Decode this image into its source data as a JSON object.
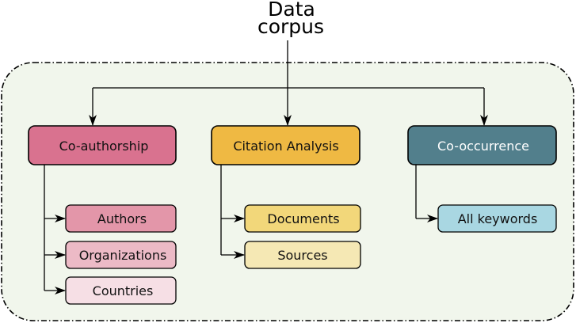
{
  "title": {
    "line1": "Data",
    "line2": "corpus"
  },
  "groups": [
    {
      "label": "Co-authorship",
      "fill": "#d9728f",
      "text_color": "#111111",
      "children": [
        {
          "label": "Authors",
          "fill": "#e396a9"
        },
        {
          "label": "Organizations",
          "fill": "#ecbac6"
        },
        {
          "label": "Countries",
          "fill": "#f6dfe5"
        }
      ]
    },
    {
      "label": "Citation Analysis",
      "fill": "#efb943",
      "text_color": "#111111",
      "children": [
        {
          "label": "Documents",
          "fill": "#f2d77a"
        },
        {
          "label": "Sources",
          "fill": "#f5e8b4"
        }
      ]
    },
    {
      "label": "Co-occurrence",
      "fill": "#527f8c",
      "text_color": "#ffffff",
      "children": [
        {
          "label": "All keywords",
          "fill": "#a9d7e2"
        }
      ]
    }
  ],
  "colors": {
    "container_fill": "#f1f6ec",
    "stroke": "#000000"
  }
}
